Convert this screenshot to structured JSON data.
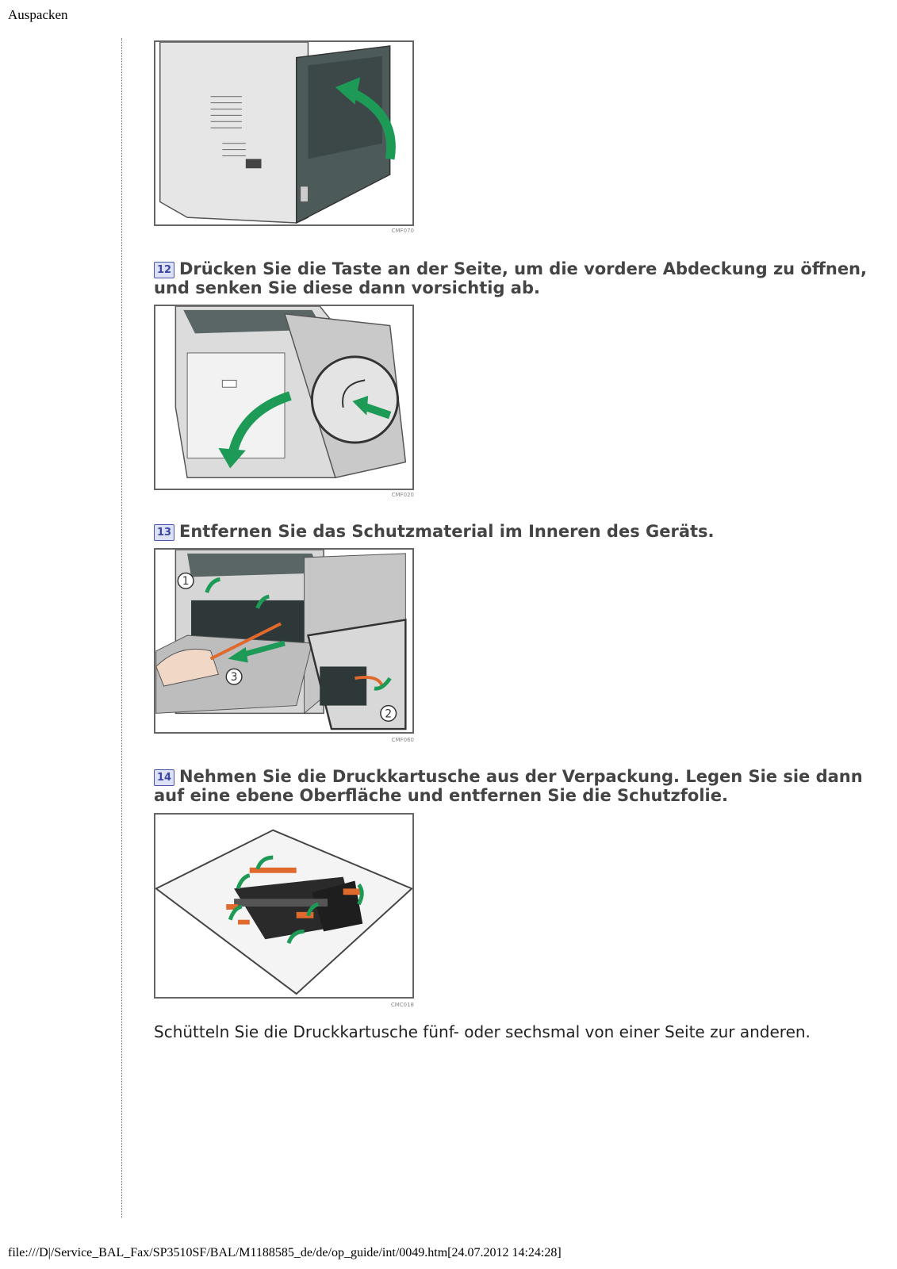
{
  "header": {
    "title": "Auspacken"
  },
  "figures": [
    {
      "code": "CMF070"
    },
    {
      "code": "CMF020"
    },
    {
      "code": "CMF060"
    },
    {
      "code": "CMC018"
    }
  ],
  "steps": [
    {
      "number": "12",
      "text": "Drücken Sie die Taste an der Seite, um die vordere Abdeckung zu öffnen, und senken Sie diese dann vorsichtig ab."
    },
    {
      "number": "13",
      "text": "Entfernen Sie das Schutzmaterial im Inneren des Geräts."
    },
    {
      "number": "14",
      "text": "Nehmen Sie die Druckkartusche aus der Verpackung. Legen Sie sie dann auf eine ebene Oberfläche und entfernen Sie die Schutzfolie."
    }
  ],
  "callouts": [
    "1",
    "2",
    "3"
  ],
  "note": "Schütteln Sie die Druckkartusche fünf- oder sechsmal von einer Seite zur anderen.",
  "footer": {
    "path": "file:///D|/Service_BAL_Fax/SP3510SF/BAL/M1188585_de/de/op_guide/int/0049.htm[24.07.2012 14:24:28]"
  },
  "colors": {
    "arrow": "#1e9a57",
    "tape": "#e06a2e",
    "step_badge": "#4a55a8"
  }
}
